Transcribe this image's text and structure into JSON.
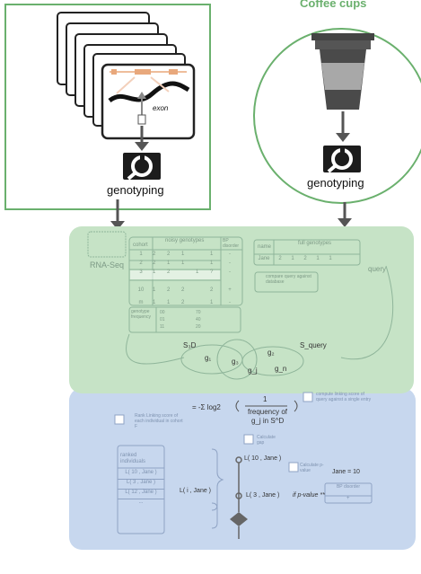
{
  "top": {
    "coffee_title": "Coffee cups",
    "exon_label": "exon",
    "genotyping_left": "genotyping",
    "genotyping_right": "genotyping"
  },
  "green_panel": {
    "rnaseq": "RNA-Seq",
    "cohort_header": "cohort",
    "noisy_header": "noisy genotypes",
    "bp_header": "BP disorder",
    "cohort_rows": [
      {
        "id": "1",
        "g": [
          "2",
          "2",
          "1",
          "",
          "1"
        ],
        "bp": "-"
      },
      {
        "id": "2",
        "g": [
          "2",
          "1",
          "1",
          "",
          "1"
        ],
        "bp": "-"
      },
      {
        "id": "3",
        "g": [
          "1",
          "2",
          "",
          "1",
          "?"
        ],
        "bp": "-"
      },
      {
        "id": "10",
        "g": [
          "1",
          "2",
          "2",
          "",
          "2"
        ],
        "bp": "+"
      },
      {
        "id": "m",
        "g": [
          "1",
          "1",
          "2",
          "",
          "1"
        ],
        "bp": "-"
      }
    ],
    "query_name_header": "name",
    "full_header": "full genotypes",
    "query_row": {
      "name": "Jane",
      "g": [
        "2",
        "1",
        "2",
        "1",
        "1"
      ]
    },
    "query_label": "query",
    "compare_text": "compare query against database",
    "freq_header": "genotype frequency",
    "freq_rows": [
      {
        "g": "00",
        "v": "70"
      },
      {
        "g": "01",
        "v": "40"
      },
      {
        "g": "11",
        "v": "20"
      }
    ],
    "s3d": "S₃D",
    "squery": "S_query",
    "g1": "g₁",
    "g2": "g₂",
    "g3": "g₃",
    "gj": "g_j",
    "gn": "g_n"
  },
  "blue_panel": {
    "formula_prefix": "= -Σ log2",
    "frac_num": "1",
    "frac_den_1": "frequency of",
    "frac_den_2": "g_j in S^D",
    "compute_text": "compute linking score of query against a single entry",
    "rank_text": "Rank Linking score of each individual in cohort F",
    "calc_gap": "Calculate gap",
    "calc_pvalue": "Calculate p-value",
    "ranked_header": "ranked individuals",
    "ranked_rows": [
      "L( 10 , Jane )",
      "L( 3 , Jane )",
      "L( 12 , Jane )",
      "..."
    ],
    "l_i_jane": "L( i , Jane )",
    "l_10_jane": "L( 10 , Jane )",
    "l_3_jane": "L( 3 , Jane )",
    "pvalue_text": "if p-value **",
    "jane_eq": "Jane = 10",
    "bp_disorder": "BP disorder",
    "bp_value": "+"
  }
}
